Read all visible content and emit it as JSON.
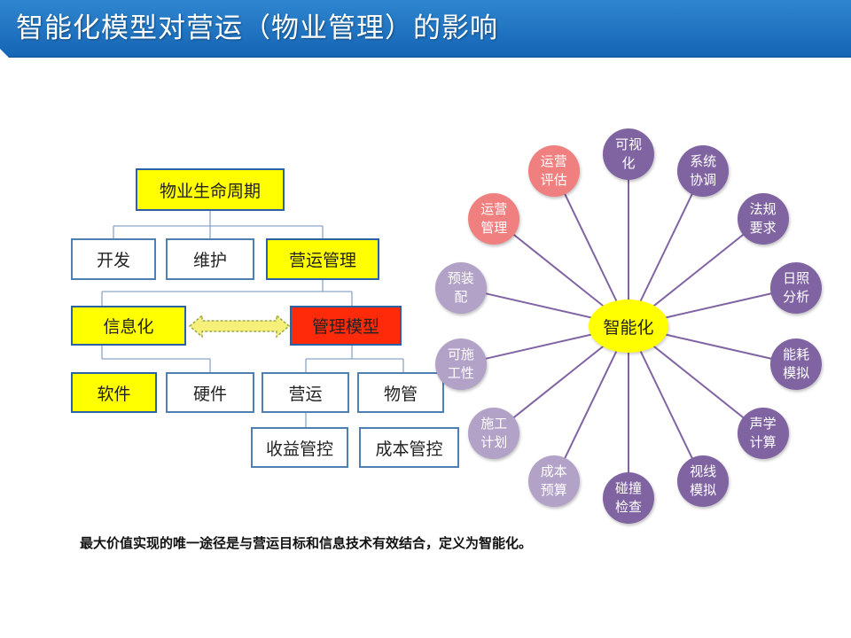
{
  "title": "智能化模型对营运（物业管理）的影响",
  "tree": {
    "root": "物业生命周期",
    "dev": "开发",
    "maintain": "维护",
    "operations": "营运管理",
    "info": "信息化",
    "model": "管理模型",
    "software": "软件",
    "hardware": "硬件",
    "op": "营运",
    "property": "物管",
    "revenue": "收益管控",
    "cost": "成本管控"
  },
  "wheel": {
    "center": "智能化",
    "colors": {
      "purple": "#8064a2",
      "lavender": "#b3a2c7",
      "pink": "#f08080",
      "spoke": "#8064a2",
      "hub": "#ffff00"
    },
    "nodes": [
      {
        "id": "visual",
        "label": "可视\n化",
        "color": "purple"
      },
      {
        "id": "system-coord",
        "label": "系统\n协调",
        "color": "purple"
      },
      {
        "id": "regulation",
        "label": "法规\n要求",
        "color": "purple"
      },
      {
        "id": "sunlight",
        "label": "日照\n分析",
        "color": "purple"
      },
      {
        "id": "energy",
        "label": "能耗\n模拟",
        "color": "purple"
      },
      {
        "id": "acoustic",
        "label": "声学\n计算",
        "color": "purple"
      },
      {
        "id": "sightline",
        "label": "视线\n模拟",
        "color": "purple"
      },
      {
        "id": "clash",
        "label": "碰撞\n检查",
        "color": "purple"
      },
      {
        "id": "budget",
        "label": "成本\n预算",
        "color": "lavender"
      },
      {
        "id": "construction-plan",
        "label": "施工\n计划",
        "color": "lavender"
      },
      {
        "id": "constructability",
        "label": "可施\n工性",
        "color": "lavender"
      },
      {
        "id": "prefab",
        "label": "预装\n配",
        "color": "lavender"
      },
      {
        "id": "op-mgmt",
        "label": "运营\n管理",
        "color": "pink"
      },
      {
        "id": "op-eval",
        "label": "运营\n评估",
        "color": "pink"
      }
    ]
  },
  "conclusion": "最大价值实现的唯一途径是与营运目标和信息技术有效结合，定义为智能化。"
}
